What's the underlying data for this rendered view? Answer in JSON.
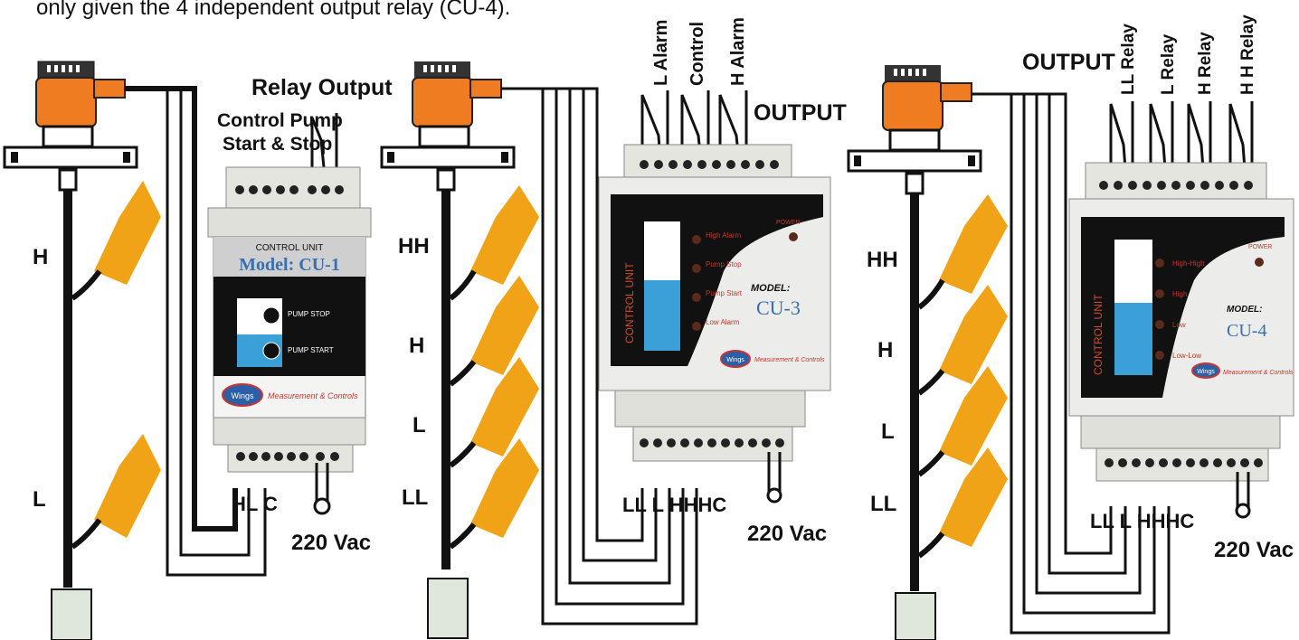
{
  "caption": "only given the 4 independent output relay (CU-4).",
  "colors": {
    "sensor_orange": "#f07c22",
    "float_orange": "#f0a316",
    "housing": "#e5e5e0",
    "wire": "#000000",
    "blue_band": "#3ca0d8"
  },
  "cu1": {
    "relay_output": "Relay Output",
    "control_pump_line1": "Control Pump",
    "control_pump_line2": "Start & Stop",
    "level_h": "H",
    "level_l": "L",
    "unit_title": "CONTROL UNIT",
    "model": "Model: CU-1",
    "pump_stop": "PUMP STOP",
    "pump_start": "PUMP START",
    "brand": "Measurement & Controls",
    "logo": "Wings",
    "terminals": "HL C",
    "power": "220 Vac"
  },
  "cu3": {
    "output": "OUTPUT",
    "relay_labels": [
      "L Alarm",
      "Control",
      "H Alarm"
    ],
    "levels": [
      "HH",
      "H",
      "L",
      "LL"
    ],
    "panel_text": "CONTROL UNIT",
    "leds": [
      "High Alarm",
      "Pump Stop",
      "Pump Start",
      "Low Alarm"
    ],
    "power_led": "POWER",
    "model_label": "MODEL:",
    "model": "CU-3",
    "brand": "Measurement & Controls",
    "logo": "Wings",
    "terminals": "LL L HHHC",
    "power": "220 Vac"
  },
  "cu4": {
    "output": "OUTPUT",
    "relay_labels": [
      "LL Relay",
      "L Relay",
      "H Relay",
      "H H Relay"
    ],
    "levels": [
      "HH",
      "H",
      "L",
      "LL"
    ],
    "panel_text": "CONTROL UNIT",
    "leds": [
      "High-High",
      "High",
      "Low",
      "Low-Low"
    ],
    "power_led": "POWER",
    "model_label": "MODEL:",
    "model": "CU-4",
    "brand": "Measurement & Controls",
    "logo": "Wings",
    "terminals": "LL L HHHC",
    "power": "220 Vac"
  }
}
